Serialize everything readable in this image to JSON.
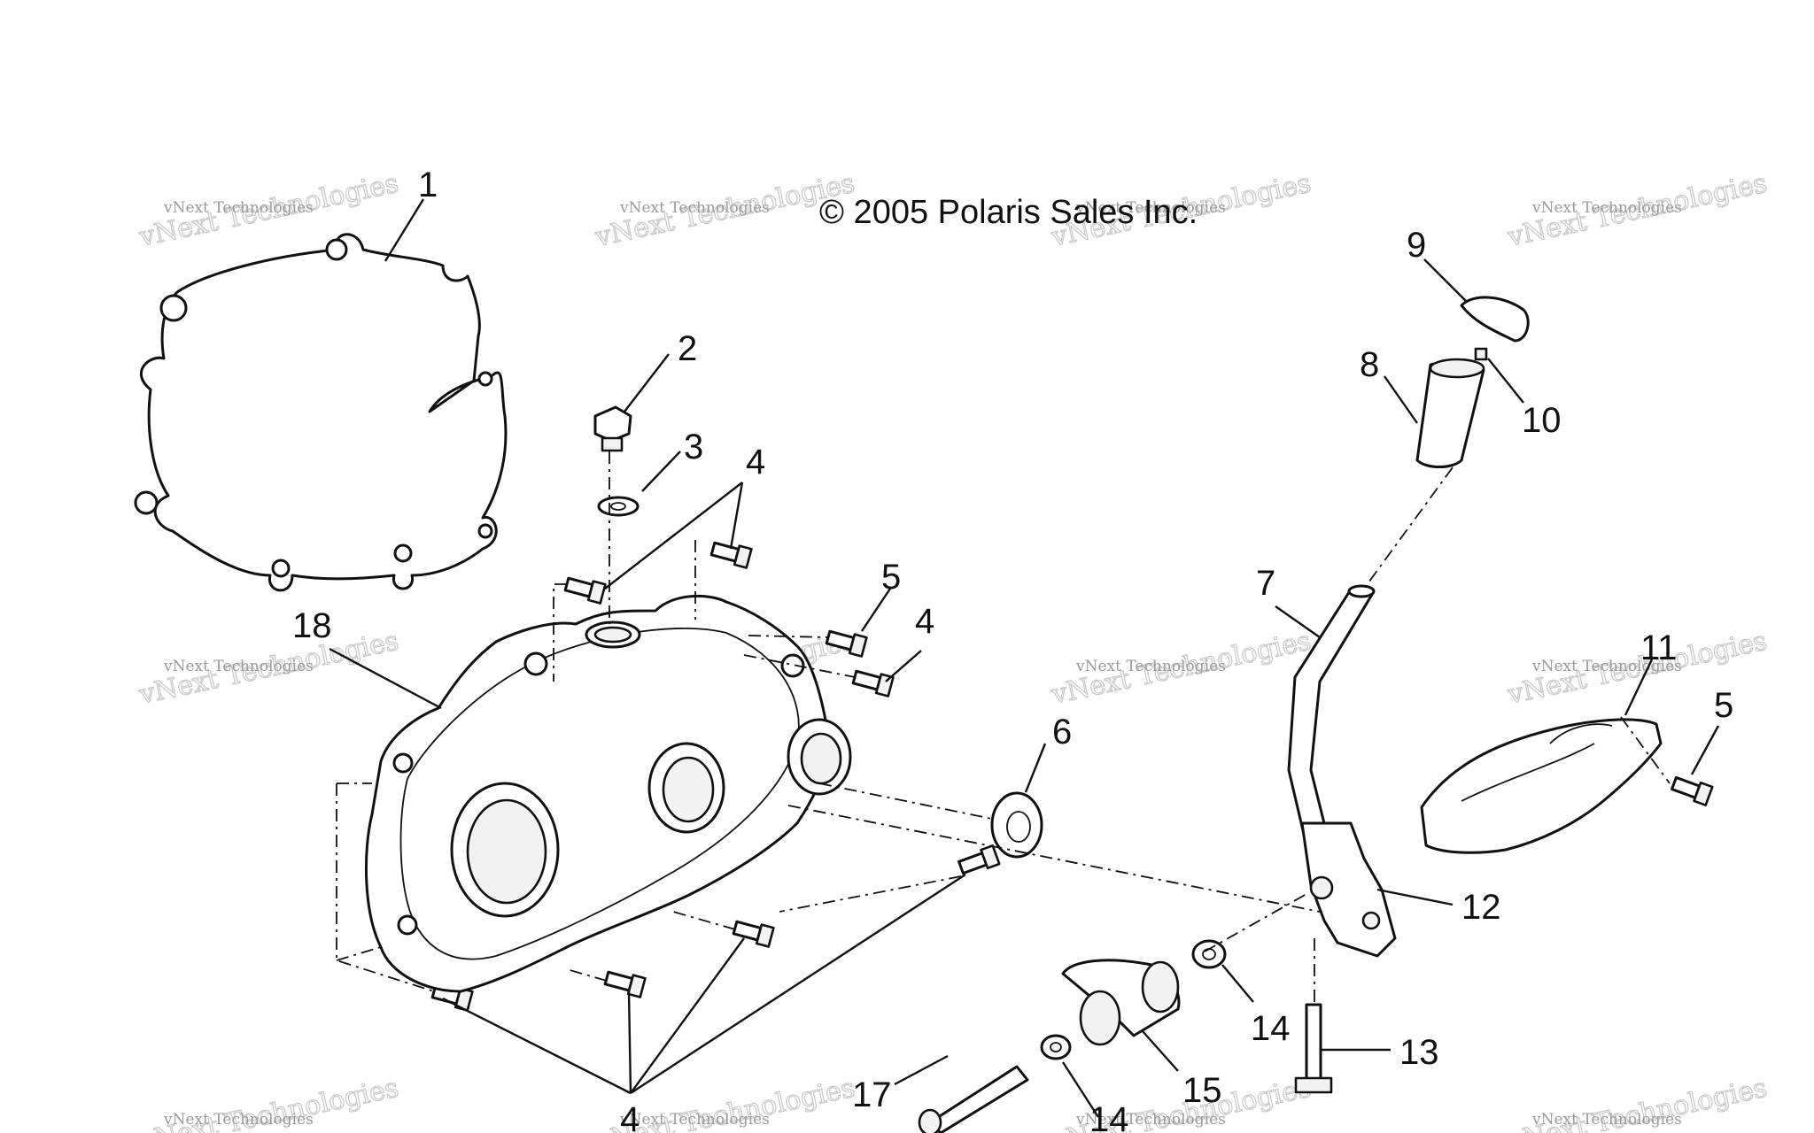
{
  "copyright": "© 2005 Polaris Sales Inc.",
  "watermark": {
    "line1": "vNext Technologies",
    "line2": "vNext Technologies"
  },
  "callouts": {
    "c1": "1",
    "c2": "2",
    "c3": "3",
    "c4a": "4",
    "c4b": "4",
    "c4c": "4",
    "c5a": "5",
    "c5b": "5",
    "c6": "6",
    "c7": "7",
    "c8": "8",
    "c9": "9",
    "c10": "10",
    "c11": "11",
    "c12": "12",
    "c13": "13",
    "c14a": "14",
    "c14b": "14",
    "c15": "15",
    "c17": "17",
    "c18": "18"
  }
}
